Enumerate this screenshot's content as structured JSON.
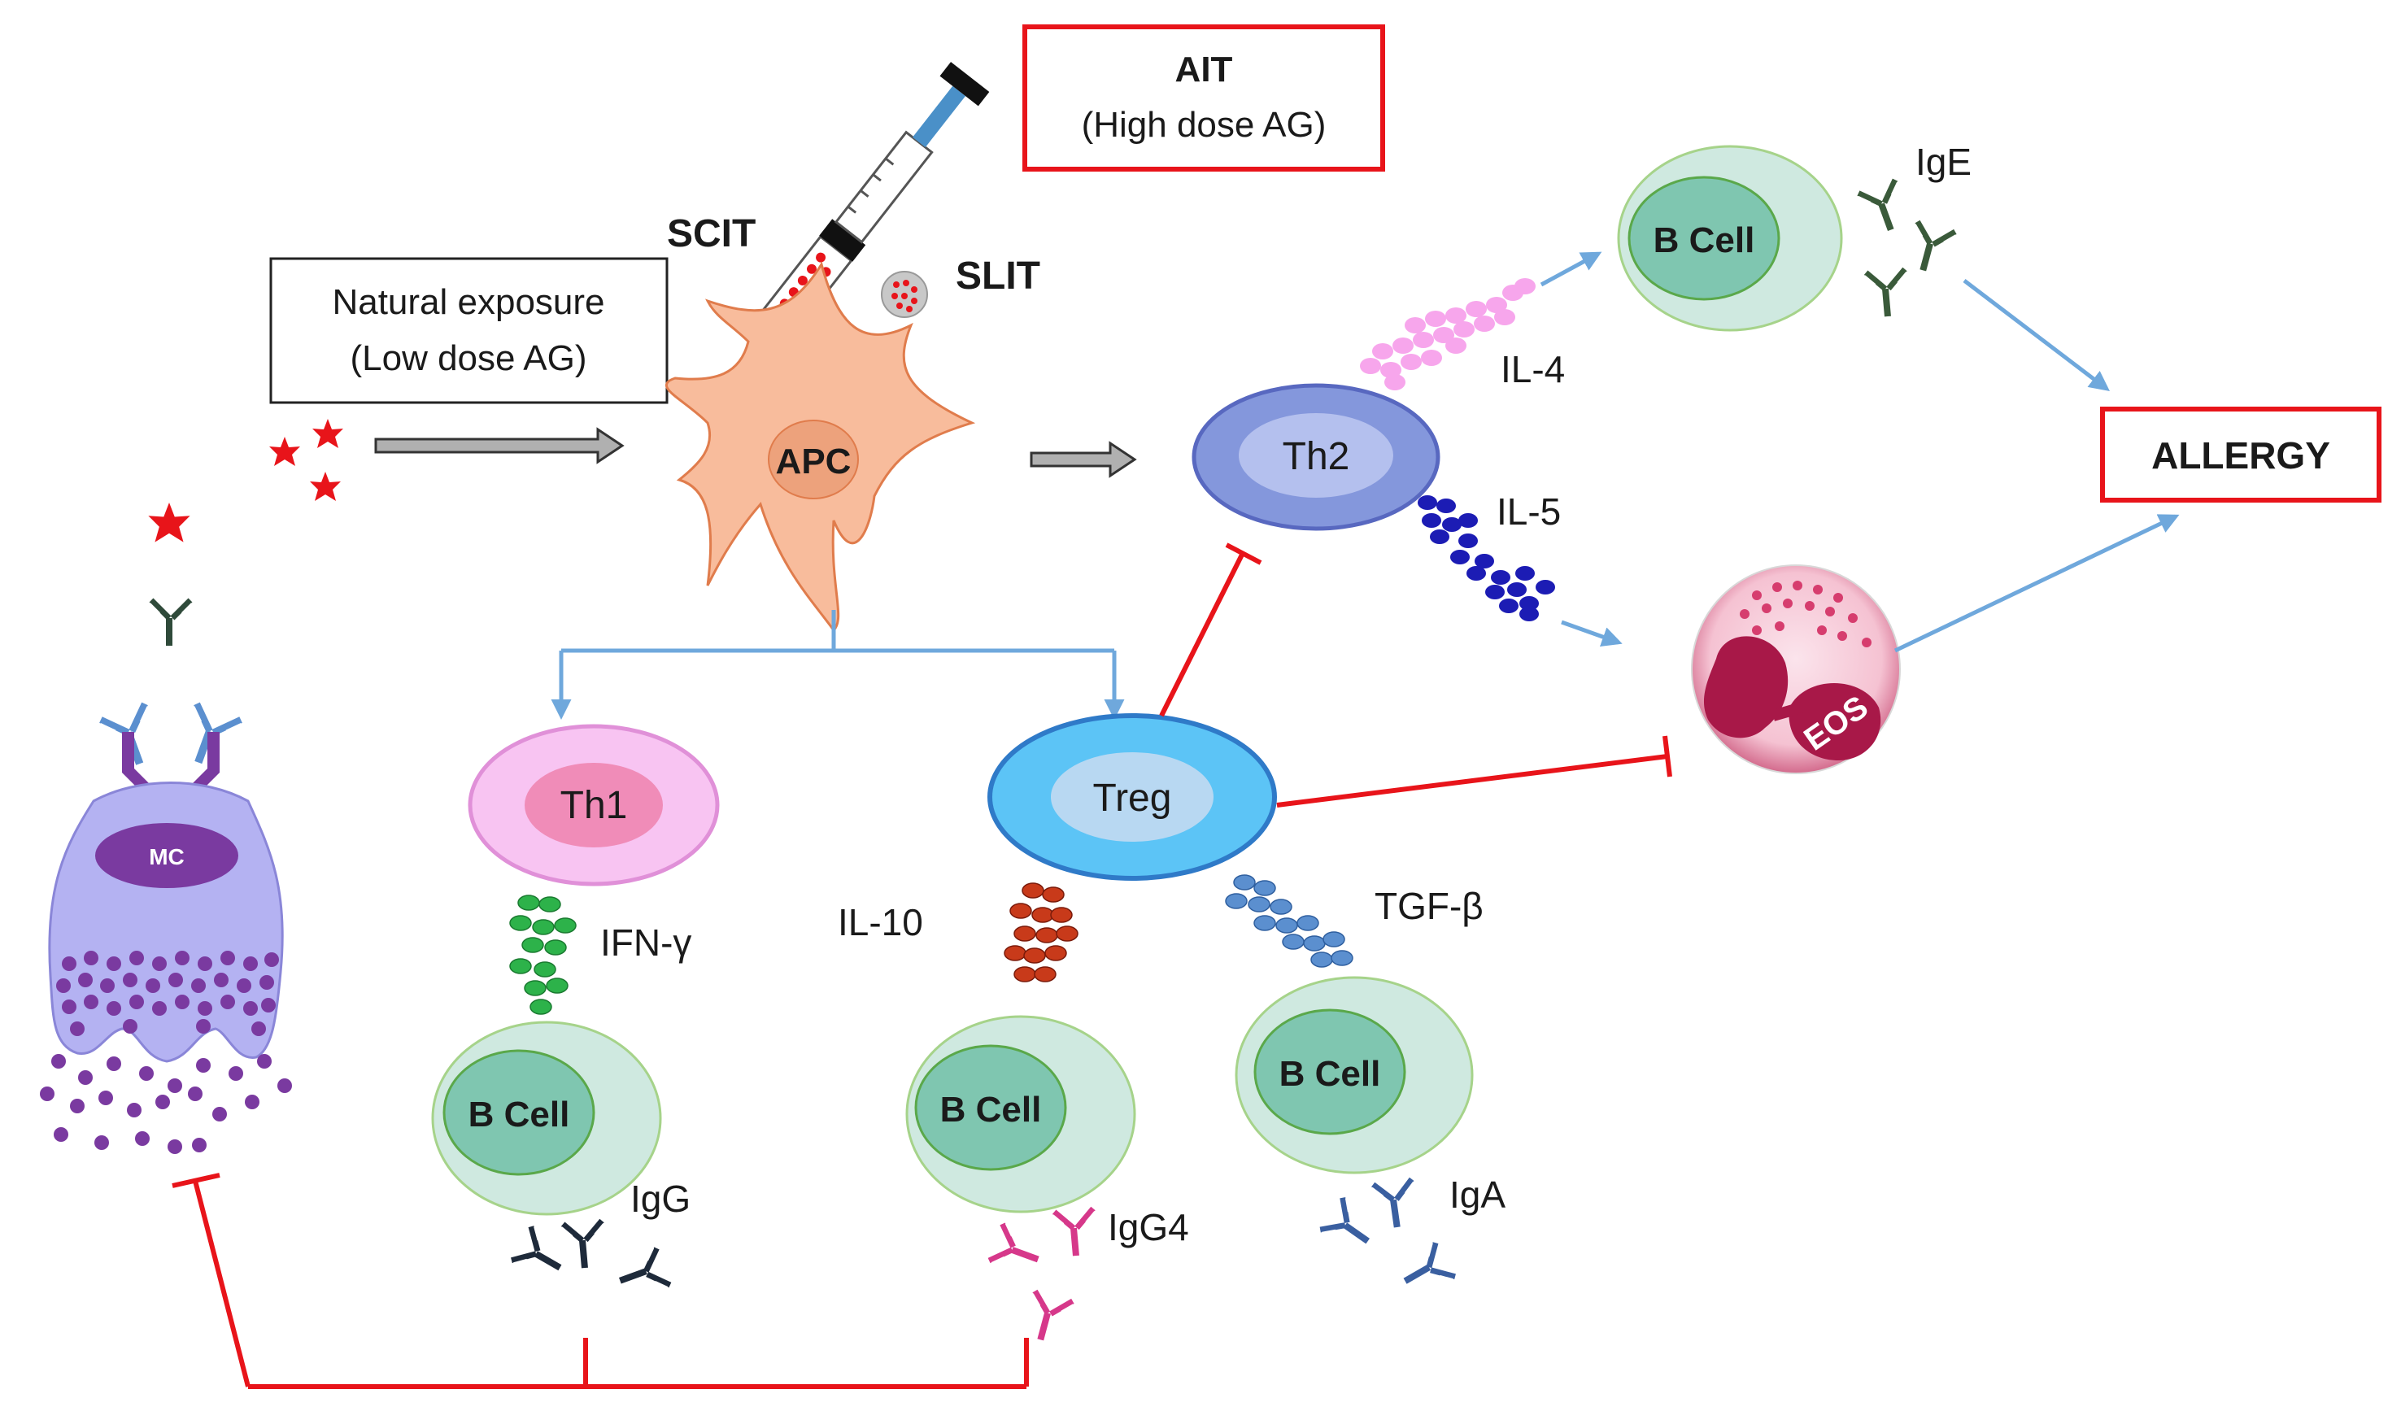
{
  "boxes": {
    "ait_title": "AIT",
    "ait_sub": "(High dose AG)",
    "natural_title": "Natural exposure",
    "natural_sub": "(Low dose AG)",
    "allergy": "ALLERGY"
  },
  "routes": {
    "scit": "SCIT",
    "slit": "SLIT"
  },
  "cells": {
    "apc": "APC",
    "th2": "Th2",
    "th1": "Th1",
    "treg": "Treg",
    "eos": "EOS",
    "mc": "MC",
    "bcell_ige": "B Cell",
    "bcell_igg": "B Cell",
    "bcell_igg4": "B Cell",
    "bcell_iga": "B Cell"
  },
  "cytokines": {
    "il4": "IL-4",
    "il5": "IL-5",
    "ifn": "IFN-γ",
    "il10": "IL-10",
    "tgf": "TGF-β"
  },
  "antibodies": {
    "ige": "IgE",
    "igg": "IgG",
    "igg4": "IgG4",
    "iga": "IgA"
  },
  "colors": {
    "inhibition": "#e8141a",
    "activation_arrow": "#6fa8dc",
    "allergen": "#e8141a",
    "apc_fill": "#f8bc9c",
    "th2_fill": "#8497dc",
    "treg_fill": "#5cc4f6",
    "th1_fill": "#f8c4f2",
    "bcell_outer": "#cfe9e0",
    "bcell_inner": "#7fc6b0",
    "mast_cell": "#b4b2f2",
    "eos": "#a81848"
  }
}
